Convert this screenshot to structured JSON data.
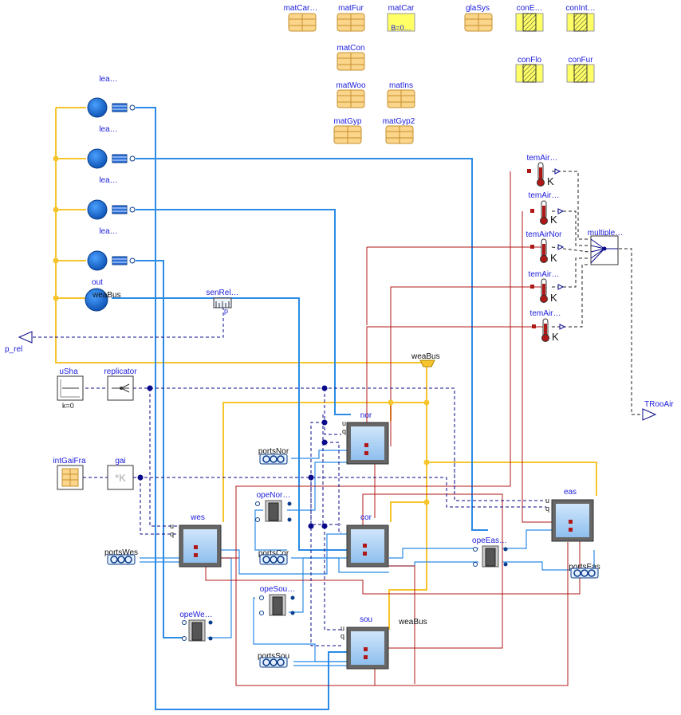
{
  "materials": [
    {
      "id": "matCar1",
      "label": "matCar…",
      "kind": "mat"
    },
    {
      "id": "matFur",
      "label": "matFur",
      "kind": "mat"
    },
    {
      "id": "matCar",
      "label": "matCar",
      "kind": "mat-yellow",
      "sublabel": "B=0…"
    },
    {
      "id": "glaSys",
      "label": "glaSys",
      "kind": "mat"
    },
    {
      "id": "conE",
      "label": "conE…",
      "kind": "con"
    },
    {
      "id": "conInt",
      "label": "conInt…",
      "kind": "con"
    },
    {
      "id": "matCon",
      "label": "matCon",
      "kind": "mat"
    },
    {
      "id": "conFlo",
      "label": "conFlo",
      "kind": "con"
    },
    {
      "id": "conFur",
      "label": "conFur",
      "kind": "con"
    },
    {
      "id": "matWoo",
      "label": "matWoo",
      "kind": "mat"
    },
    {
      "id": "matIns",
      "label": "matIns",
      "kind": "mat"
    },
    {
      "id": "matGyp",
      "label": "matGyp",
      "kind": "mat"
    },
    {
      "id": "matGyp2",
      "label": "matGyp2",
      "kind": "mat"
    }
  ],
  "leaks": [
    {
      "id": "lea1",
      "label": "lea…"
    },
    {
      "id": "lea2",
      "label": "lea…"
    },
    {
      "id": "lea3",
      "label": "lea…"
    },
    {
      "id": "lea4",
      "label": "lea…"
    }
  ],
  "out": {
    "label": "out",
    "bus_label": "weaBus"
  },
  "senRel": {
    "label": "senRel…",
    "port_label": "p"
  },
  "p_rel": {
    "label": "p_rel"
  },
  "weaBus_top": {
    "label": "weaBus"
  },
  "weaBus_bottom": {
    "label": "weaBus"
  },
  "uSha": {
    "label": "uSha",
    "param": "k=0"
  },
  "replicator": {
    "label": "replicator"
  },
  "intGaiFra": {
    "label": "intGaiFra"
  },
  "gai": {
    "label": "gai",
    "symbol": "*K"
  },
  "rooms": [
    {
      "id": "nor",
      "label": "nor"
    },
    {
      "id": "wes",
      "label": "wes"
    },
    {
      "id": "cor",
      "label": "cor"
    },
    {
      "id": "eas",
      "label": "eas"
    },
    {
      "id": "sou",
      "label": "sou"
    }
  ],
  "port_labels": {
    "u": "u",
    "q": "q"
  },
  "ports": [
    {
      "id": "portsNor",
      "label": "portsNor"
    },
    {
      "id": "portsWes",
      "label": "portsWes"
    },
    {
      "id": "portsCor",
      "label": "portsCor"
    },
    {
      "id": "portsEas",
      "label": "portsEas"
    },
    {
      "id": "portsSou",
      "label": "portsSou"
    }
  ],
  "openings": [
    {
      "id": "opeNor",
      "label": "opeNor…"
    },
    {
      "id": "opeEas",
      "label": "opeEas…"
    },
    {
      "id": "opeSou",
      "label": "opeSou…"
    },
    {
      "id": "opeWes",
      "label": "opeWe…"
    }
  ],
  "temperatures": [
    {
      "id": "temAir1",
      "label": "temAir…",
      "unit": "K"
    },
    {
      "id": "temAir2",
      "label": "temAir…",
      "unit": "K"
    },
    {
      "id": "temAirNor",
      "label": "temAirNor",
      "unit": "K"
    },
    {
      "id": "temAir3",
      "label": "temAir…",
      "unit": "K"
    },
    {
      "id": "temAir4",
      "label": "temAir…",
      "unit": "K"
    }
  ],
  "multiplex": {
    "label": "multiple…"
  },
  "TRooAir": {
    "label": "TRooAir"
  },
  "colors": {
    "blue_wire": "#2b8be6",
    "red_wire": "#b01818",
    "yellow_wire": "#f6c42c",
    "signal": "#0a0a8a",
    "label": "#1a1adc"
  }
}
